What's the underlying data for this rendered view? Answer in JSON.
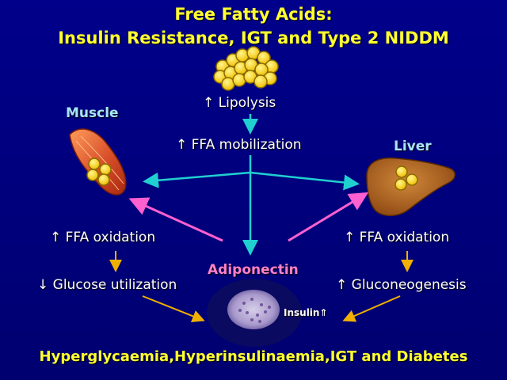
{
  "title": {
    "line1": "Free Fatty Acids:",
    "line2": "Insulin Resistance, IGT and Type 2 NIDDM"
  },
  "center": {
    "lipolysis": "↑ Lipolysis",
    "mobilization": "↑ FFA mobilization",
    "adiponectin": "Adiponectin",
    "insulin": "Insulin⇑"
  },
  "muscle": {
    "label": "Muscle",
    "oxidation": "↑ FFA oxidation",
    "glucose": "↓ Glucose utilization"
  },
  "liver": {
    "label": "Liver",
    "oxidation": "↑ FFA oxidation",
    "gluconeogenesis": "↑ Gluconeogenesis"
  },
  "footer": "Hyperglycaemia,Hyperinsulinaemia,IGT and Diabetes",
  "colors": {
    "background": "#000080",
    "title_text": "#ffff33",
    "cyan_arrows": "#20d0d0",
    "pink_arrows": "#ff60d0",
    "orange_arrows": "#f0b000",
    "fat_cells": "#ffd800"
  },
  "icons": [
    "fat-cell-cluster-icon",
    "muscle-icon",
    "liver-icon",
    "pancreas-islet-icon"
  ]
}
